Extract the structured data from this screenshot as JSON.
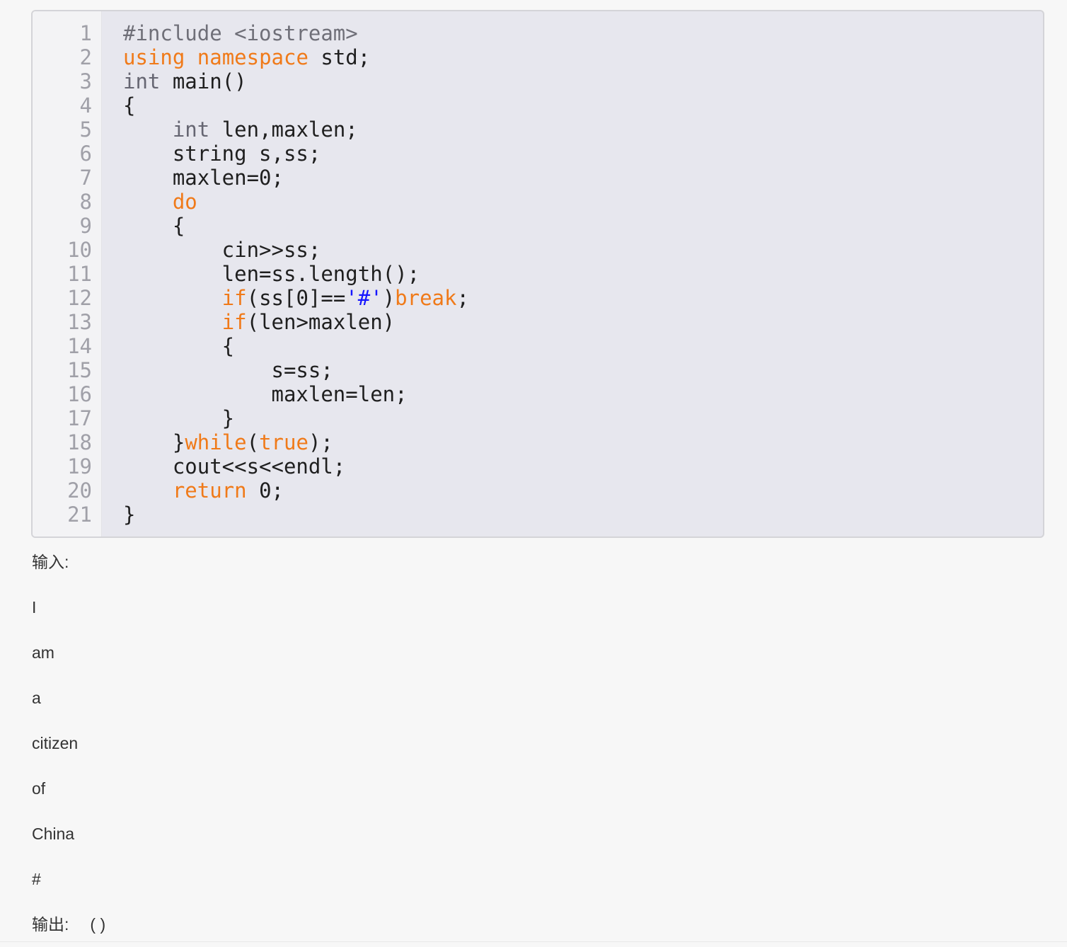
{
  "code": {
    "line_numbers": [
      "1",
      "2",
      "3",
      "4",
      "5",
      "6",
      "7",
      "8",
      "9",
      "10",
      "11",
      "12",
      "13",
      "14",
      "15",
      "16",
      "17",
      "18",
      "19",
      "20",
      "21"
    ],
    "lines": [
      [
        {
          "t": "#include <iostream>",
          "k": "preproc"
        }
      ],
      [
        {
          "t": "using",
          "k": "kw"
        },
        {
          "t": " ",
          "k": "plain"
        },
        {
          "t": "namespace",
          "k": "kw"
        },
        {
          "t": " std;",
          "k": "plain"
        }
      ],
      [
        {
          "t": "int",
          "k": "type"
        },
        {
          "t": " main()",
          "k": "plain"
        }
      ],
      [
        {
          "t": "{",
          "k": "plain"
        }
      ],
      [
        {
          "t": "    ",
          "k": "plain"
        },
        {
          "t": "int",
          "k": "type"
        },
        {
          "t": " len,maxlen;",
          "k": "plain"
        }
      ],
      [
        {
          "t": "    string s,ss;",
          "k": "plain"
        }
      ],
      [
        {
          "t": "    maxlen=0;",
          "k": "plain"
        }
      ],
      [
        {
          "t": "    ",
          "k": "plain"
        },
        {
          "t": "do",
          "k": "kw"
        }
      ],
      [
        {
          "t": "    {",
          "k": "plain"
        }
      ],
      [
        {
          "t": "        cin>>ss;",
          "k": "plain"
        }
      ],
      [
        {
          "t": "        len=ss.length();",
          "k": "plain"
        }
      ],
      [
        {
          "t": "        ",
          "k": "plain"
        },
        {
          "t": "if",
          "k": "kw"
        },
        {
          "t": "(ss[0]==",
          "k": "plain"
        },
        {
          "t": "'#'",
          "k": "str"
        },
        {
          "t": ")",
          "k": "plain"
        },
        {
          "t": "break",
          "k": "kw"
        },
        {
          "t": ";",
          "k": "plain"
        }
      ],
      [
        {
          "t": "        ",
          "k": "plain"
        },
        {
          "t": "if",
          "k": "kw"
        },
        {
          "t": "(len>maxlen)",
          "k": "plain"
        }
      ],
      [
        {
          "t": "        {",
          "k": "plain"
        }
      ],
      [
        {
          "t": "            s=ss;",
          "k": "plain"
        }
      ],
      [
        {
          "t": "            maxlen=len;",
          "k": "plain"
        }
      ],
      [
        {
          "t": "        }",
          "k": "plain"
        }
      ],
      [
        {
          "t": "    }",
          "k": "plain"
        },
        {
          "t": "while",
          "k": "kw"
        },
        {
          "t": "(",
          "k": "plain"
        },
        {
          "t": "true",
          "k": "kw"
        },
        {
          "t": ");",
          "k": "plain"
        }
      ],
      [
        {
          "t": "    cout<<s<<endl;",
          "k": "plain"
        }
      ],
      [
        {
          "t": "    ",
          "k": "plain"
        },
        {
          "t": "return",
          "k": "kw"
        },
        {
          "t": " 0;",
          "k": "plain"
        }
      ],
      [
        {
          "t": "}",
          "k": "plain"
        }
      ]
    ]
  },
  "question": {
    "input_label": "输入:",
    "input_lines": [
      "I",
      "am",
      "a",
      "citizen",
      "of",
      "China",
      "#"
    ],
    "output_label": "输出:",
    "output_blank": "( )"
  },
  "colors": {
    "keyword": "#f07a19",
    "string": "#1515ff",
    "type": "#666672",
    "preprocessor": "#6f6f78",
    "code_background": "#e7e7ee",
    "gutter_background": "#f3f3f5",
    "page_background": "#f7f7f7"
  }
}
